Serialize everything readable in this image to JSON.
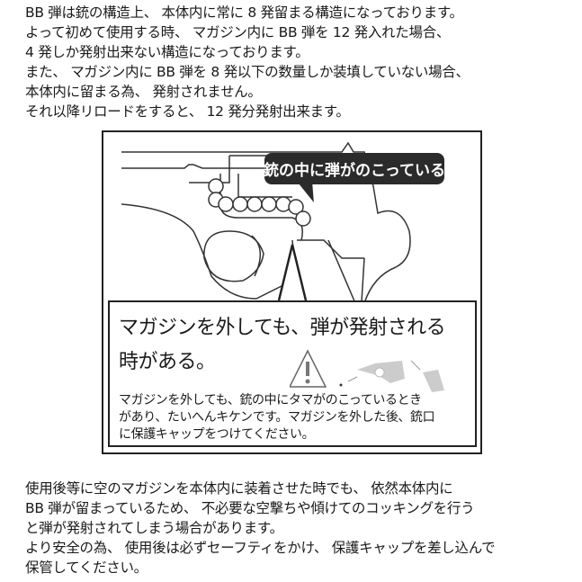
{
  "intro_lines": [
    "BB 弾は銃の構造上、 本体内に常に 8 発留まる構造になっております。",
    "よって初めて使用する時、 マガジン内に BB 弾を 12 発入れた場合、",
    "4 発しか発射出来ない構造になっております。",
    "また、 マガジン内に BB 弾を 8 発以下の数量しか装填していない場合、",
    "本体内に留まる為、 発射されません。",
    "それ以降リロードをすると、 12 発分発射出来ます。"
  ],
  "figure": {
    "bubble_label": "銃の中に弾がのこっている",
    "warning_heading_line1": "マガジンを外しても、弾が発射される",
    "warning_heading_line2": "時がある。",
    "warning_body_lines": [
      "マガジンを外しても、銃の中にタマがのこっているとき",
      "があり、たいへんキケンです。マガジンを外した後、銃口",
      "に保護キャップをつけてください。"
    ],
    "icon": "warning-triangle-icon"
  },
  "closing_lines": [
    "使用後等に空のマガジンを本体内に装着させた時でも、 依然本体内に",
    "BB 弾が留まっているため、 不必要な空撃ちや傾けてのコッキングを行う",
    "と弾が発射されてしまう場合があります。",
    "より安全の為、 使用後は必ずセーフティをかけ、 保護キャップを差し込んで",
    "保管してください。"
  ]
}
